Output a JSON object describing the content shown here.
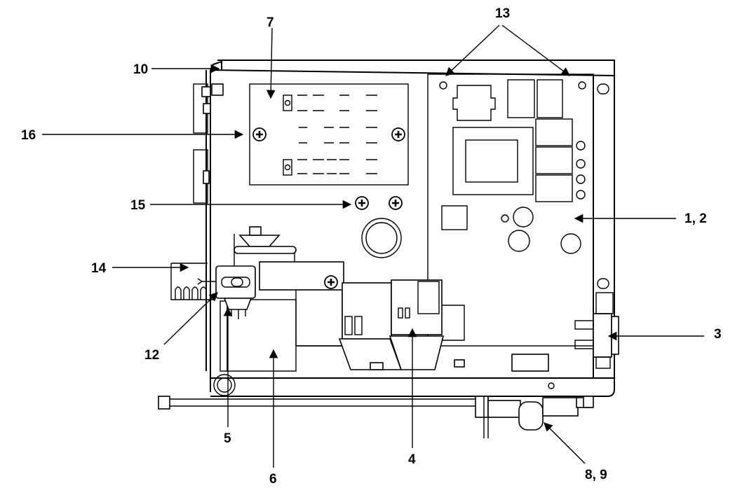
{
  "callouts": {
    "c1_2": "1, 2",
    "c3": "3",
    "c4": "4",
    "c5": "5",
    "c6": "6",
    "c7": "7",
    "c8_9": "8, 9",
    "c10": "10",
    "c12": "12",
    "c13": "13",
    "c14": "14",
    "c15": "15",
    "c16": "16"
  }
}
